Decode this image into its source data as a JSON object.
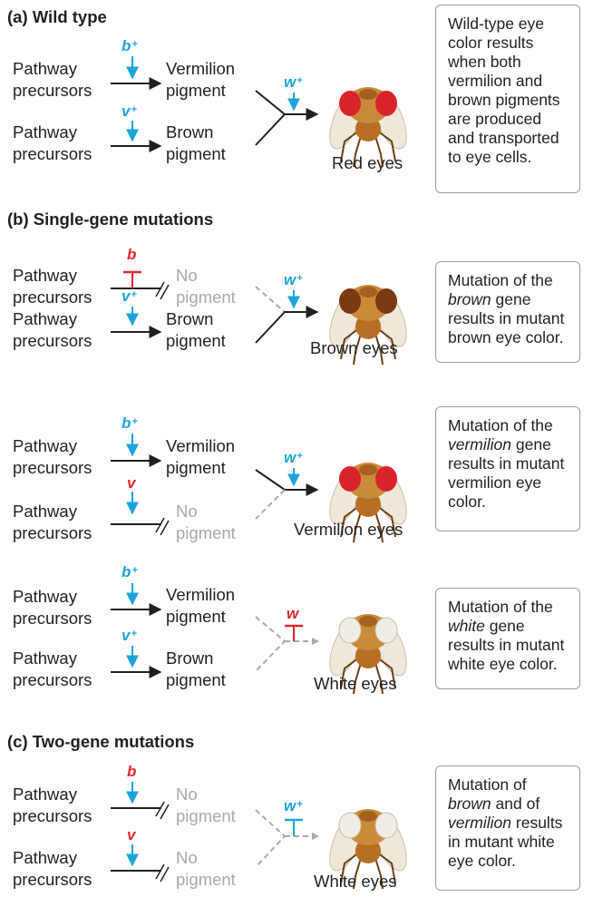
{
  "sections": {
    "a": "(a)  Wild type",
    "b": "(b)  Single-gene mutations",
    "c": "(c)  Two-gene mutations"
  },
  "labels": {
    "pathway": "Pathway",
    "precursors": "precursors",
    "vermilion": "Vermilion",
    "brown": "Brown",
    "pigment": "pigment",
    "no": "No"
  },
  "genes": {
    "b_plus": "b",
    "v_plus": "v",
    "w_plus": "w",
    "b_mut": "b",
    "v_mut": "v",
    "w_mut": "w",
    "plus": "+"
  },
  "outcomes": {
    "red": "Red eyes",
    "brown": "Brown eyes",
    "vermilion": "Vermilion eyes",
    "white1": "White eyes",
    "white2": "White eyes"
  },
  "boxes": {
    "a": {
      "lines": [
        "Wild-type eye",
        "color results",
        "when both",
        "vermilion and",
        "brown pigments",
        "are produced",
        "and transported",
        "to eye cells."
      ]
    },
    "b1": {
      "pre": "Mutation of the",
      "em": "brown",
      "post": " gene",
      "rest": [
        "results in mutant",
        "brown eye color."
      ]
    },
    "b2": {
      "pre": "Mutation of the",
      "em": "vermilion",
      "post": " gene",
      "rest": [
        "results in mutant",
        "vermilion eye",
        "color."
      ]
    },
    "b3": {
      "pre": "Mutation of the",
      "em": "white",
      "post": " gene",
      "rest": [
        "results in mutant",
        "white eye color."
      ]
    },
    "c": {
      "line1": "Mutation of",
      "em1": "brown",
      "mid": " and of",
      "em2": "vermilion",
      "post2": " results",
      "rest": [
        "in mutant white",
        "eye color."
      ]
    }
  },
  "colors": {
    "gene_wildtype": "#1ba3dc",
    "gene_mutant": "#e2242c",
    "absent_pigment": "#a7a9ac",
    "red_eye": "#d9232a",
    "brown_eye": "#7a3a12",
    "white_eye": "#f1ede4"
  },
  "icons": {
    "fly": "fruit-fly-icon"
  }
}
